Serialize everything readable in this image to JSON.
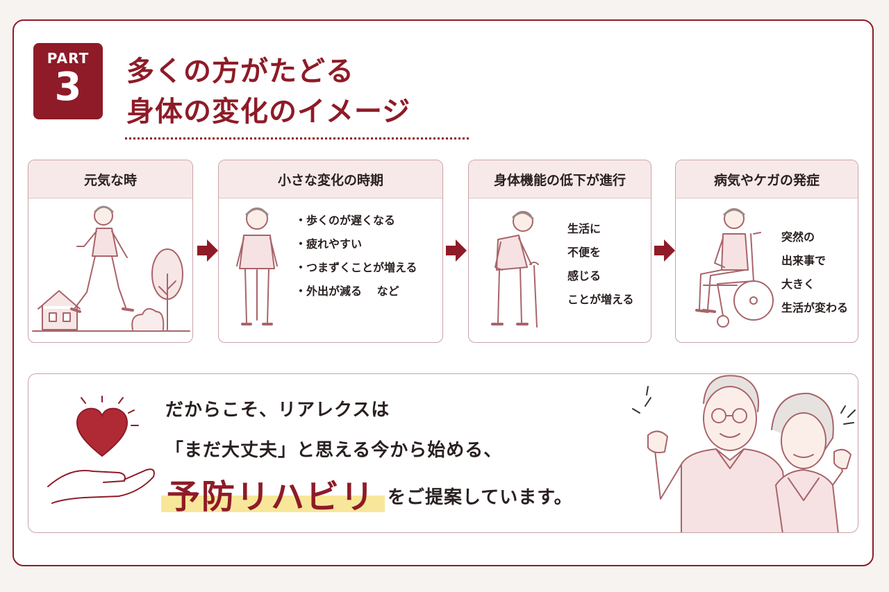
{
  "header": {
    "part_label": "PART",
    "part_number": "3",
    "title_line1": "多くの方がたどる",
    "title_line2": "身体の変化のイメージ"
  },
  "stages": [
    {
      "title": "元気な時",
      "lines": []
    },
    {
      "title": "小さな変化の時期",
      "lines": [
        "・歩くのが遅くなる",
        "・疲れやすい",
        "・つまずくことが増える",
        "・外出が減る　 など"
      ]
    },
    {
      "title": "身体機能の低下が進行",
      "lines": [
        "生活に",
        "不便を",
        "感じる",
        "ことが増える"
      ]
    },
    {
      "title": "病気やケガの発症",
      "lines": [
        "突然の",
        "出来事で",
        "大きく",
        "生活が変わる"
      ]
    }
  ],
  "message": {
    "line1": "だからこそ、リアレクスは",
    "line2": "「まだ大丈夫」と思える今から始める、",
    "emphasis": "予防リハビリ",
    "line3_tail": "をご提案しています。"
  },
  "colors": {
    "accent": "#8e1b27",
    "header_bg": "#f7e9e9",
    "highlight": "#f8e79a",
    "illustration": "#a8646a"
  }
}
